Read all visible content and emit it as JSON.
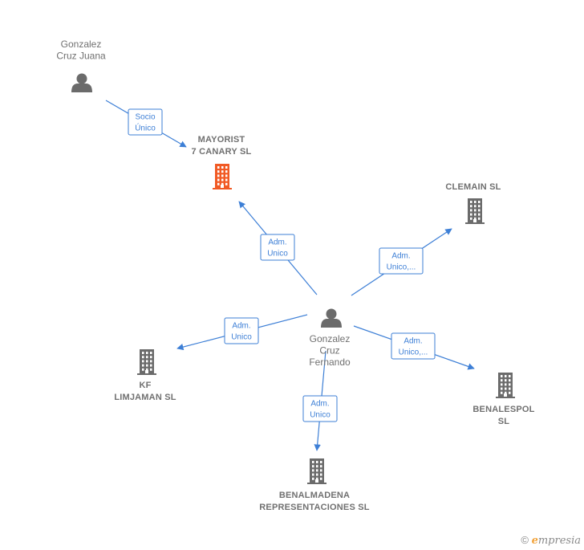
{
  "colors": {
    "edge": "#3d7fd6",
    "person": "#6b6b6b",
    "company": "#6b6b6b",
    "focus_company": "#f15a24"
  },
  "nodes": [
    {
      "id": "juana",
      "type": "person",
      "icon": "person-icon",
      "label_lines": [
        "Gonzalez",
        "Cruz Juana"
      ]
    },
    {
      "id": "mayorist",
      "type": "company",
      "focus": true,
      "icon": "building-icon",
      "label_lines": [
        "MAYORIST",
        "7 CANARY  SL"
      ]
    },
    {
      "id": "clemain",
      "type": "company",
      "icon": "building-icon",
      "label_lines": [
        "CLEMAIN  SL"
      ]
    },
    {
      "id": "fernando",
      "type": "person",
      "icon": "person-icon",
      "label_lines": [
        "Gonzalez",
        "Cruz",
        "Fernando"
      ]
    },
    {
      "id": "kf",
      "type": "company",
      "icon": "building-icon",
      "label_lines": [
        "KF",
        "LIMJAMAN  SL"
      ]
    },
    {
      "id": "benalespol",
      "type": "company",
      "icon": "building-icon",
      "label_lines": [
        "BENALESPOL",
        "SL"
      ]
    },
    {
      "id": "benalmadena",
      "type": "company",
      "icon": "building-icon",
      "label_lines": [
        "BENALMADENA",
        "REPRESENTACIONES SL"
      ]
    }
  ],
  "edges": [
    {
      "from": "juana",
      "to": "mayorist",
      "label_lines": [
        "Socio",
        "Único"
      ]
    },
    {
      "from": "fernando",
      "to": "mayorist",
      "label_lines": [
        "Adm.",
        "Unico"
      ]
    },
    {
      "from": "fernando",
      "to": "clemain",
      "label_lines": [
        "Adm.",
        "Unico,..."
      ]
    },
    {
      "from": "fernando",
      "to": "kf",
      "label_lines": [
        "Adm.",
        "Unico"
      ]
    },
    {
      "from": "fernando",
      "to": "benalespol",
      "label_lines": [
        "Adm.",
        "Unico,..."
      ]
    },
    {
      "from": "fernando",
      "to": "benalmadena",
      "label_lines": [
        "Adm.",
        "Unico"
      ]
    }
  ],
  "logo": {
    "symbol": "©",
    "brand_initial": "e",
    "brand_rest": "mpresia"
  }
}
